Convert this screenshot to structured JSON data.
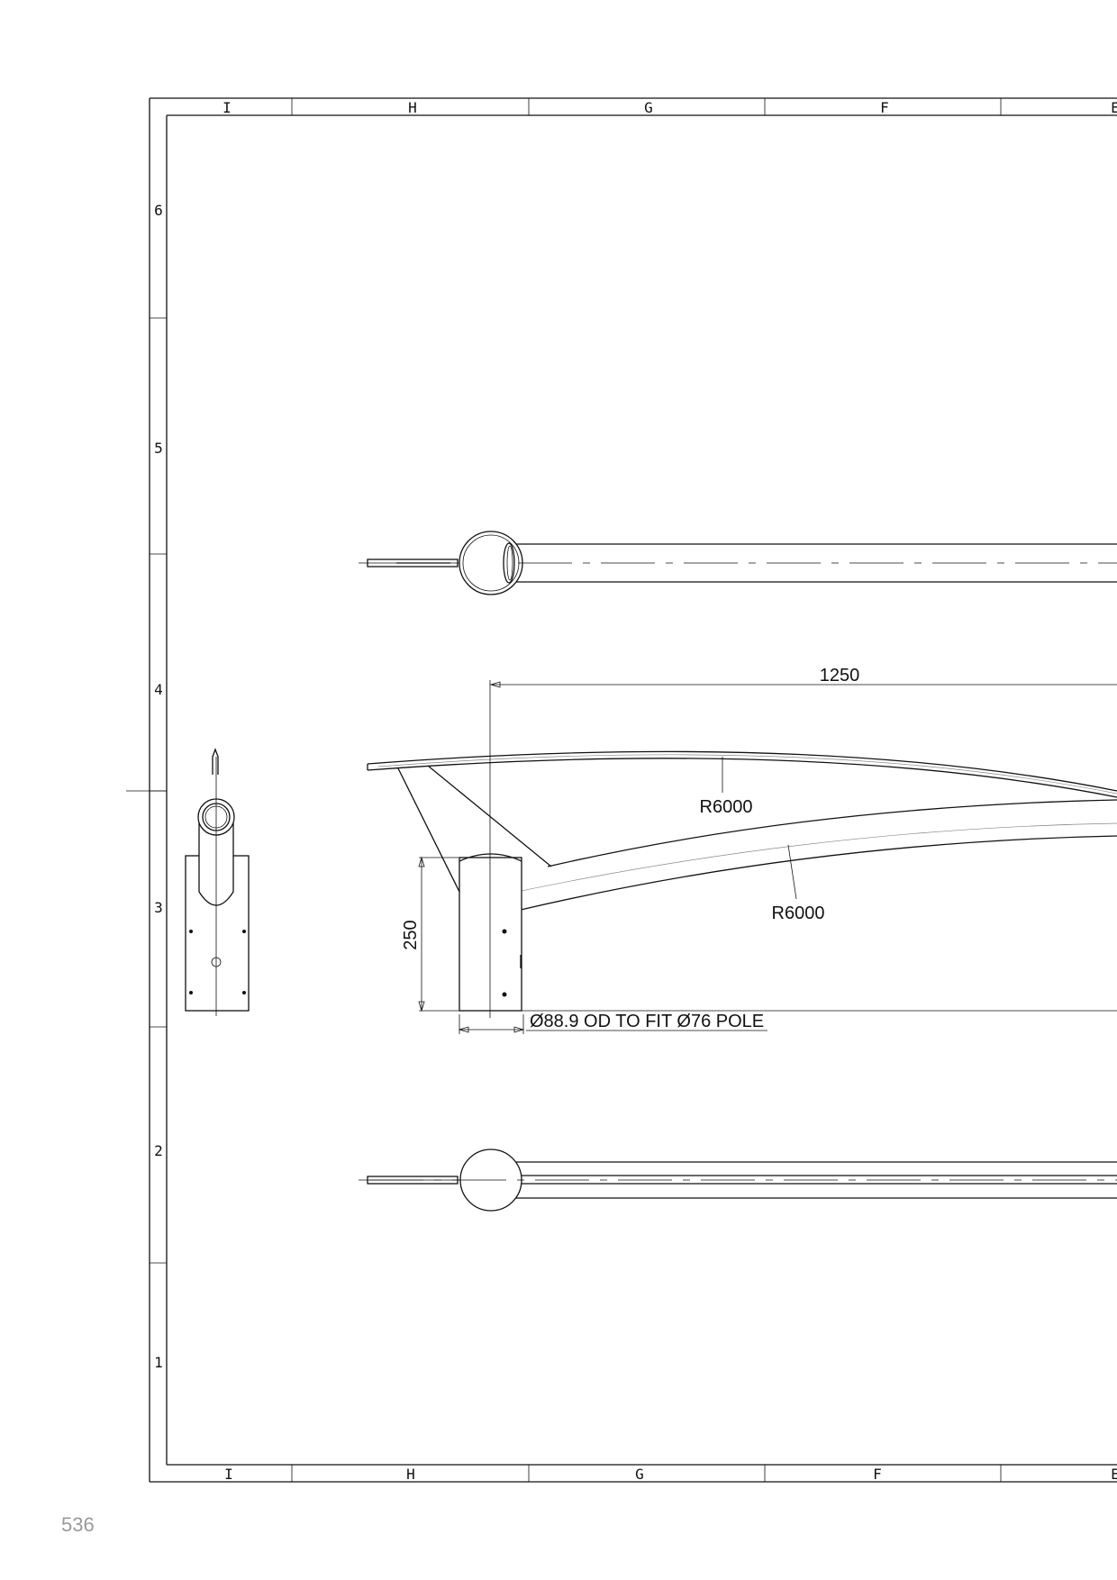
{
  "sheet": {
    "page_number": "536",
    "column_zones": [
      "I",
      "H",
      "G",
      "F",
      "E"
    ],
    "row_zones": [
      "6",
      "5",
      "4",
      "3",
      "2",
      "1"
    ]
  },
  "dimensions": {
    "overall_length": "1250",
    "radius_upper": "R6000",
    "radius_lower": "R6000",
    "sleeve_height": "250",
    "sleeve_note": "Ø88.9 OD TO FIT Ø76 POLE"
  },
  "colors": {
    "line": "#111111",
    "page_number": "#9a9a9a"
  }
}
